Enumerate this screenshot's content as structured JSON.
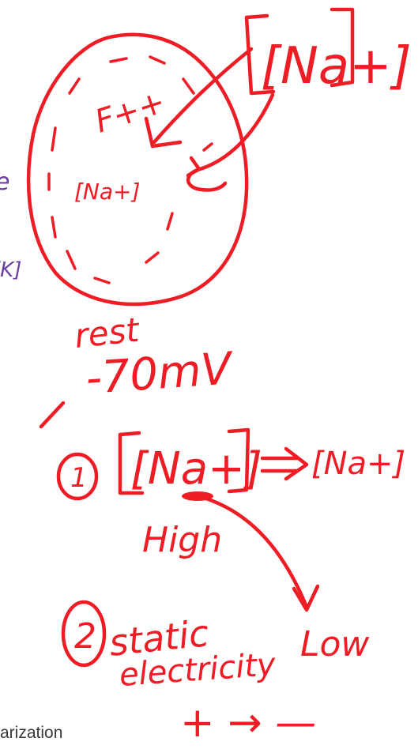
{
  "colors": {
    "red_ink": "#ee1c24",
    "purple_ink": "#6b3fa0",
    "printed_text": "#3a3a3a"
  },
  "annotations": {
    "f_plus": "F++",
    "na_inside": "[Na+]",
    "na_outside": "[Na+]",
    "k_fragment": "[K]",
    "e_fragment": "e",
    "rest": "rest",
    "voltage": "-70mV",
    "step1_number": "1",
    "step1_high_na": "[Na+]",
    "step1_low_na": "[Na+]",
    "high": "High",
    "low": "Low",
    "step2_number": "2",
    "step2_line1": "static",
    "step2_line2": "electricity",
    "plus_to_minus": "+ → —"
  },
  "footer": {
    "partial_text": "arization"
  }
}
